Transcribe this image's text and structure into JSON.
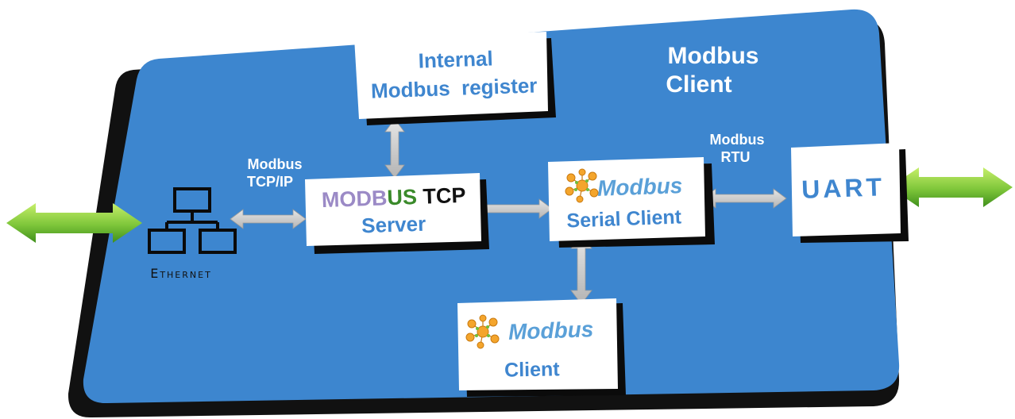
{
  "board": {
    "title_line1": "Modbus",
    "title_line2": "Client"
  },
  "labels": {
    "tcpip_line1": "Modbus",
    "tcpip_line2": "TCP/IP",
    "rtu_line1": "Modbus",
    "rtu_line2": "RTU",
    "ethernet": "Ethernet"
  },
  "boxes": {
    "internal": {
      "line1": "Internal",
      "line2": "Modbus  register"
    },
    "tcp_server": {
      "logo_part1": "MODB",
      "logo_part2": "US",
      "logo_part3": " TCP",
      "line2": "Server"
    },
    "serial_client": {
      "logo": "Modbus",
      "line2": "Serial Client"
    },
    "client": {
      "logo": "Modbus",
      "line2": "Client"
    },
    "uart": {
      "label": "UART"
    }
  },
  "colors": {
    "board": "#3d86cf",
    "board_shadow": "#111111",
    "box_text": "#3f86cf",
    "arrow_gray": "#c7c7c7",
    "arrow_green": "#5fb52a",
    "logo_purple": "#9b8ac6",
    "logo_green": "#3a8a2a",
    "logo_black": "#111111",
    "logo_orange": "#f0a030"
  },
  "icons": {
    "ethernet": "network-icon",
    "modbus_logo": "modbus-logo-icon"
  }
}
